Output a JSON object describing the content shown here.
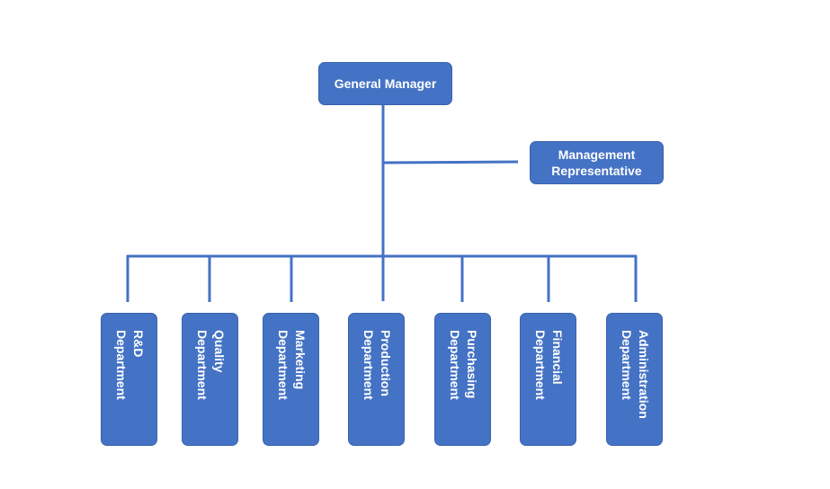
{
  "colors": {
    "box_fill": "#4472c4",
    "connector": "#4472c4",
    "text": "#ffffff"
  },
  "general_manager": {
    "label": "General Manager"
  },
  "management_representative": {
    "line1": "Management",
    "line2": "Representative"
  },
  "departments": [
    {
      "line1": "R&D",
      "line2": "Department"
    },
    {
      "line1": "Quality",
      "line2": "Department"
    },
    {
      "line1": "Marketing",
      "line2": "Department"
    },
    {
      "line1": "Production",
      "line2": "Department"
    },
    {
      "line1": "Purchasing",
      "line2": "Department"
    },
    {
      "line1": "Financial",
      "line2": "Department"
    },
    {
      "line1": "Administration",
      "line2": "Department"
    }
  ]
}
